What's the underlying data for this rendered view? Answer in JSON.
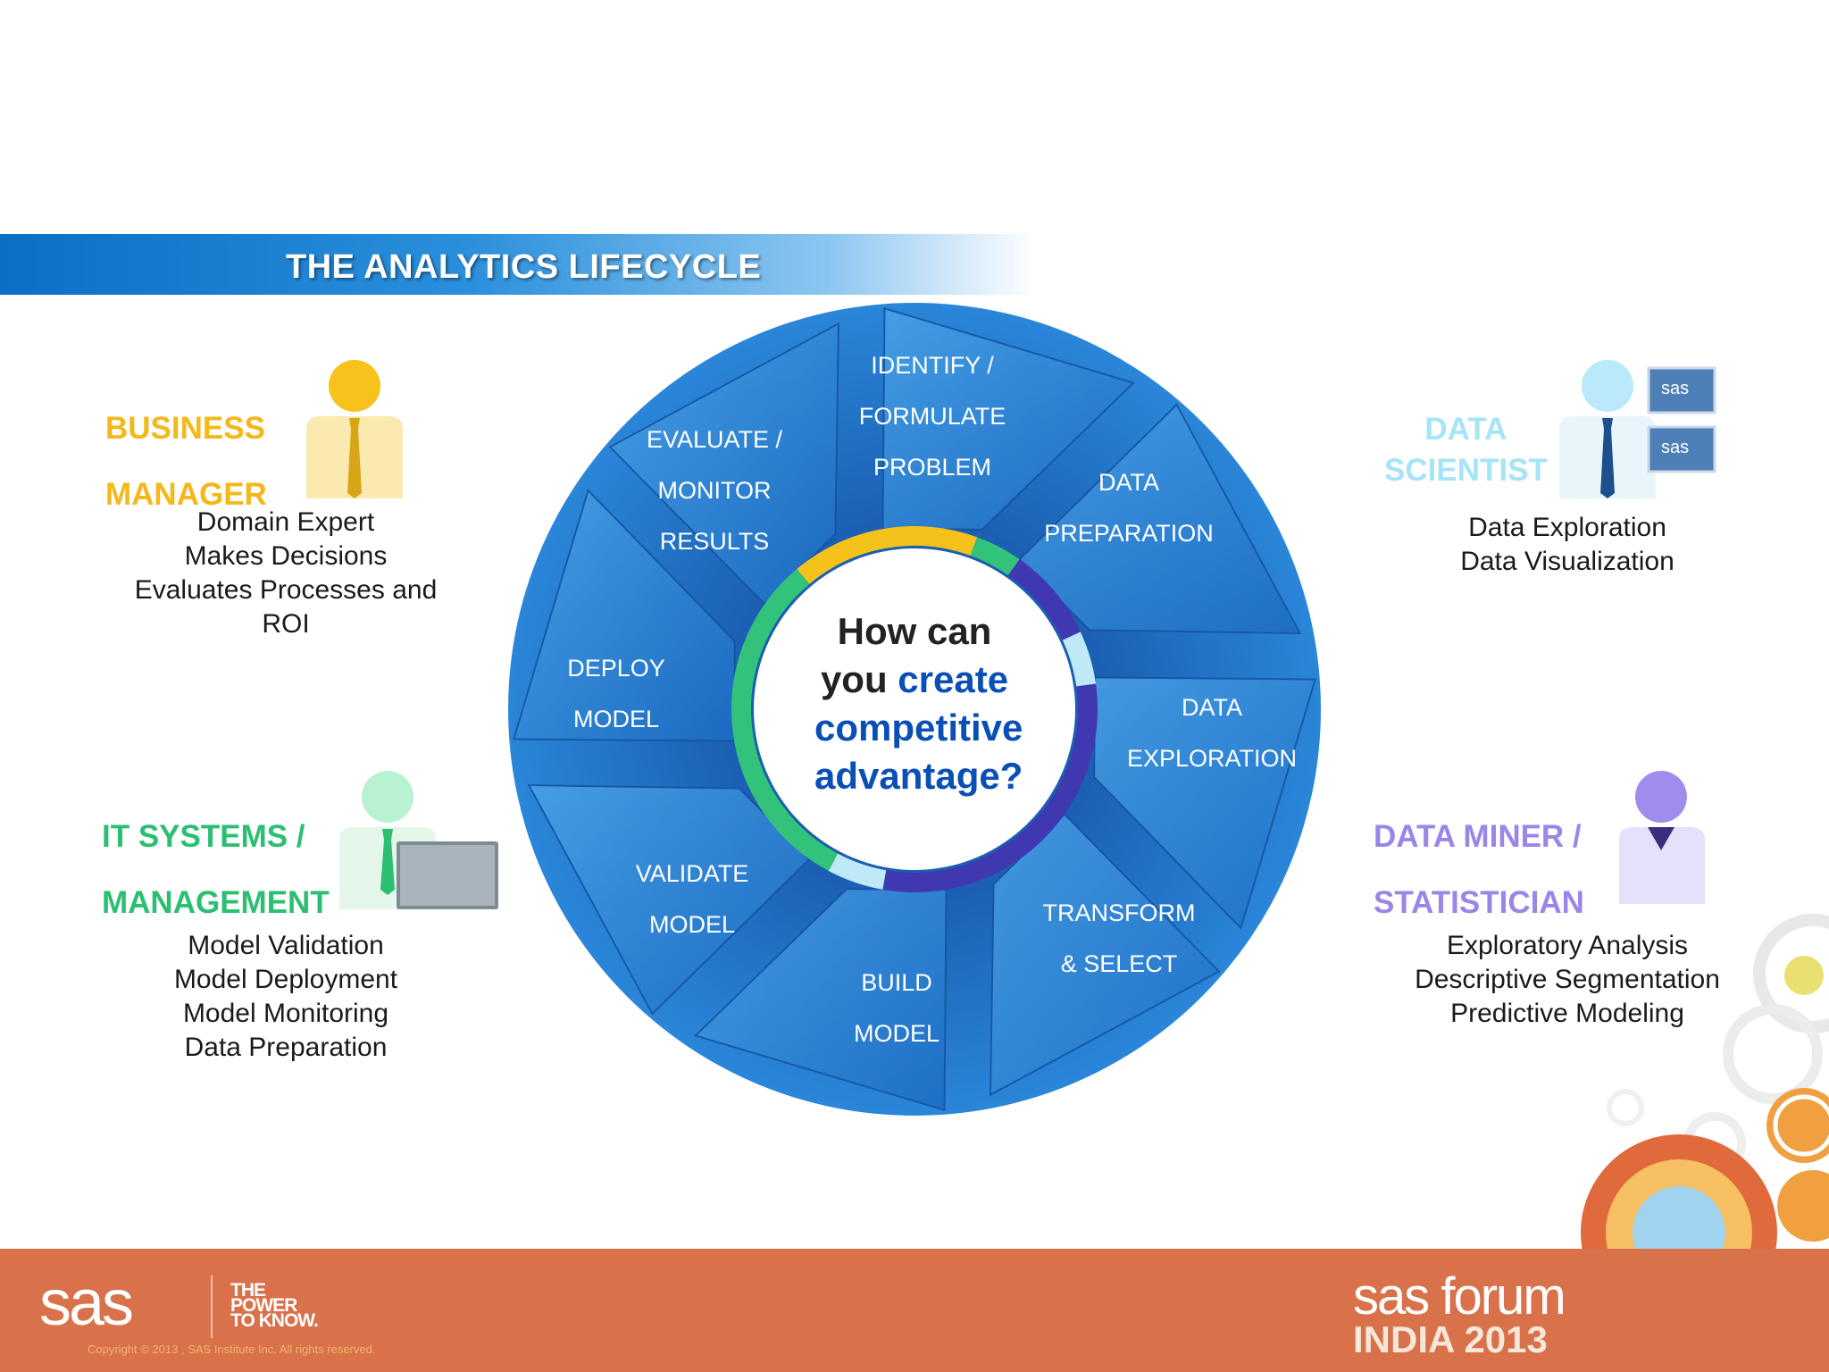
{
  "banner": {
    "title": "THE ANALYTICS LIFECYCLE"
  },
  "cycle": {
    "segments": [
      {
        "lines": [
          "IDENTIFY /",
          "FORMULATE",
          "PROBLEM"
        ]
      },
      {
        "lines": [
          "DATA",
          "PREPARATION"
        ]
      },
      {
        "lines": [
          "DATA",
          "EXPLORATION"
        ]
      },
      {
        "lines": [
          "TRANSFORM",
          "& SELECT"
        ]
      },
      {
        "lines": [
          "BUILD",
          "MODEL"
        ]
      },
      {
        "lines": [
          "VALIDATE",
          "MODEL"
        ]
      },
      {
        "lines": [
          "DEPLOY",
          "MODEL"
        ]
      },
      {
        "lines": [
          "EVALUATE /",
          "MONITOR",
          "RESULTS"
        ]
      }
    ],
    "center": {
      "part1": "How can you ",
      "part2": "create competitive advantage?"
    },
    "ring_colors": [
      "#f4c21b",
      "#33c27a",
      "#4038b0",
      "#bfe9f7",
      "#4038b0",
      "#bfe9f7",
      "#33c27a"
    ]
  },
  "roles": {
    "business_manager": {
      "title_lines": [
        "BUSINESS",
        "MANAGER"
      ],
      "color": "#f4b81b",
      "icon": "businessman-icon",
      "desc": [
        "Domain Expert",
        "Makes Decisions",
        "Evaluates Processes and",
        "ROI"
      ]
    },
    "it_systems": {
      "title_lines": [
        "IT SYSTEMS /",
        "MANAGEMENT"
      ],
      "color": "#2bbf72",
      "icon": "it-person-with-server-icon",
      "desc": [
        "Model Validation",
        "Model Deployment",
        "Model Monitoring",
        "Data Preparation"
      ]
    },
    "data_scientist": {
      "title_lines": [
        "DATA",
        "SCIENTIST"
      ],
      "color": "#a6e4f7",
      "icon": "scientist-with-screens-icon",
      "screen_text": "sas",
      "desc": [
        "Data Exploration",
        "Data Visualization"
      ]
    },
    "data_miner": {
      "title_lines": [
        "DATA MINER /",
        "STATISTICIAN"
      ],
      "color": "#9a86e8",
      "icon": "statistician-icon",
      "desc": [
        "Exploratory Analysis",
        "Descriptive Segmentation",
        "Predictive Modeling"
      ]
    }
  },
  "footer": {
    "logo": "sas",
    "tagline": [
      "THE",
      "POWER",
      "TO KNOW."
    ],
    "copyright": "Copyright © 2013 , SAS Institute Inc. All rights reserved.",
    "event_line1": "sas forum",
    "event_line2": "INDIA 2013",
    "colors": {
      "background": "#d9714a"
    }
  }
}
